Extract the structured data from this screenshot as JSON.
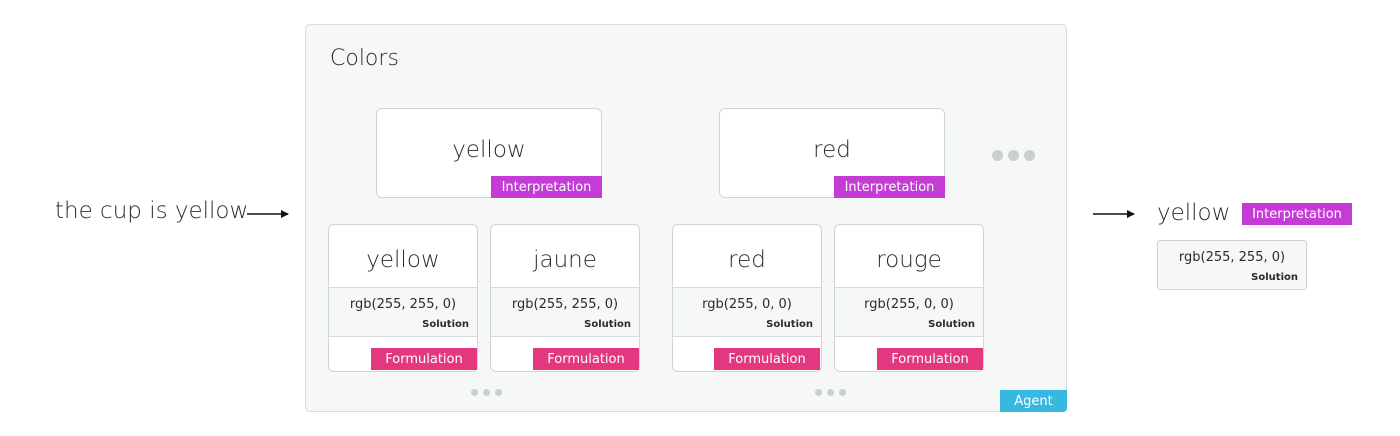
{
  "input_text": "the cup is yellow",
  "agent": {
    "title": "Colors",
    "badge": "Agent"
  },
  "interpretations": [
    {
      "word": "yellow",
      "badge": "Interpretation",
      "formulations": [
        {
          "word": "yellow",
          "solution": "rgb(255, 255, 0)",
          "solution_label": "Solution",
          "badge": "Formulation"
        },
        {
          "word": "jaune",
          "solution": "rgb(255, 255, 0)",
          "solution_label": "Solution",
          "badge": "Formulation"
        }
      ]
    },
    {
      "word": "red",
      "badge": "Interpretation",
      "formulations": [
        {
          "word": "red",
          "solution": "rgb(255, 0, 0)",
          "solution_label": "Solution",
          "badge": "Formulation"
        },
        {
          "word": "rouge",
          "solution": "rgb(255, 0, 0)",
          "solution_label": "Solution",
          "badge": "Formulation"
        }
      ]
    }
  ],
  "output": {
    "word": "yellow",
    "badge": "Interpretation",
    "solution": "rgb(255, 255, 0)",
    "solution_label": "Solution"
  },
  "colors": {
    "interpretation": "#c53bd6",
    "formulation": "#e3387f",
    "agent": "#36b8e0",
    "panel_bg": "#f6f7f7"
  }
}
